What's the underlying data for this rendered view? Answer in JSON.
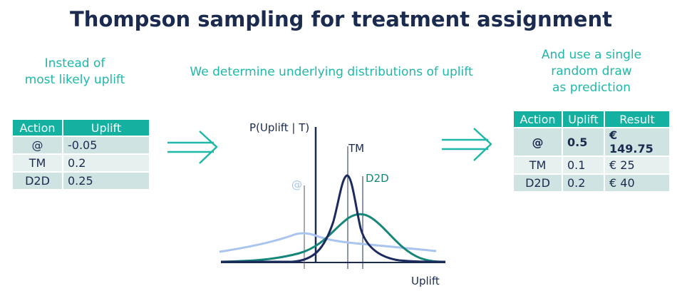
{
  "title": "Thompson sampling for treatment assignment",
  "left_caption": [
    "Instead of",
    "most likely uplift"
  ],
  "middle_caption": "We determine underlying distributions of uplift",
  "right_caption": [
    "And use a single",
    "random draw",
    "as prediction"
  ],
  "left_table": {
    "headers": [
      "Action",
      "Uplift"
    ],
    "rows": [
      [
        "@",
        "-0.05"
      ],
      [
        "TM",
        "0.2"
      ],
      [
        "D2D",
        "0.25"
      ]
    ]
  },
  "right_table": {
    "headers": [
      "Action",
      "Uplift",
      "Result"
    ],
    "rows": [
      [
        "@",
        "0.5",
        "€ 149.75"
      ],
      [
        "TM",
        "0.1",
        "€ 25"
      ],
      [
        "D2D",
        "0.2",
        "€ 40"
      ]
    ]
  },
  "chart": {
    "y_label": "P(Uplift | T)",
    "x_label": "Uplift",
    "series_labels": [
      "@",
      "TM",
      "D2D"
    ],
    "colors": {
      "@": "#a9c4ee",
      "TM": "#1b2b5f",
      "D2D": "#16867a"
    }
  }
}
